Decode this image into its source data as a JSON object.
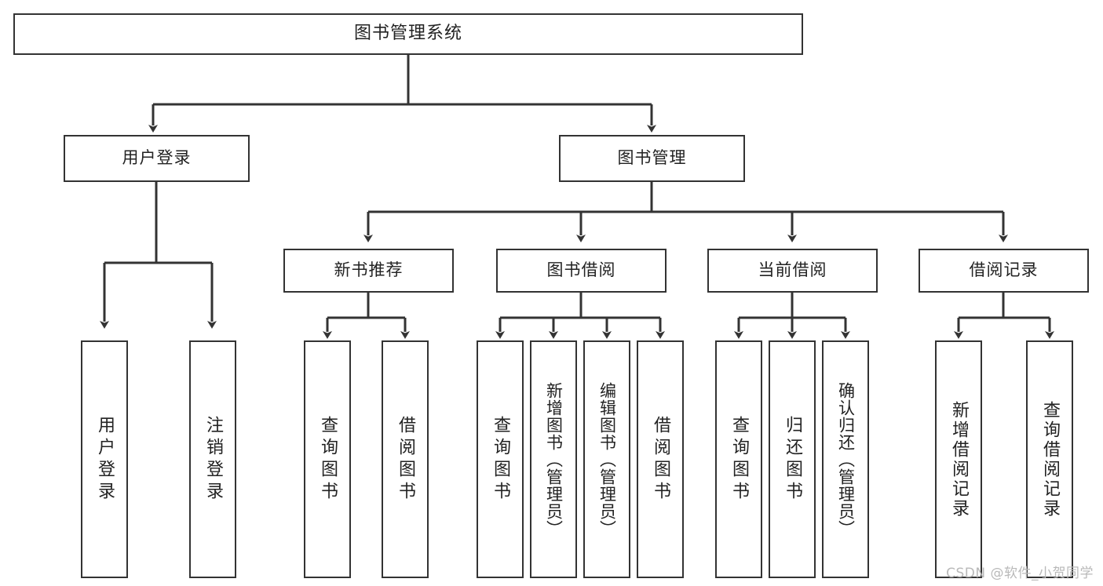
{
  "diagram": {
    "title": "图书管理系统",
    "type": "tree",
    "root": {
      "label": "图书管理系统"
    },
    "level1": [
      {
        "label": "用户登录"
      },
      {
        "label": "图书管理"
      }
    ],
    "level2": [
      {
        "label": "新书推荐"
      },
      {
        "label": "图书借阅"
      },
      {
        "label": "当前借阅"
      },
      {
        "label": "借阅记录"
      }
    ],
    "leaves": {
      "user_login": [
        {
          "label": "用户登录"
        },
        {
          "label": "注销登录"
        }
      ],
      "new_book_recommend": [
        {
          "label": "查询图书"
        },
        {
          "label": "借阅图书"
        }
      ],
      "book_borrow": [
        {
          "label": "查询图书"
        },
        {
          "label": "新增图书（管理员）"
        },
        {
          "label": "编辑图书（管理员）"
        },
        {
          "label": "借阅图书"
        }
      ],
      "current_borrow": [
        {
          "label": "查询图书"
        },
        {
          "label": "归还图书"
        },
        {
          "label": "确认归还（管理员）"
        }
      ],
      "borrow_record": [
        {
          "label": "新增借阅记录"
        },
        {
          "label": "查询借阅记录"
        }
      ]
    }
  },
  "watermark": {
    "text": "CSDN @软件_小贺同学"
  },
  "colors": {
    "background": "#ffffff",
    "box_border": "#333333",
    "box_fill": "#ffffff",
    "text": "#222222",
    "connector": "#333333",
    "watermark": "#b9b9b9"
  }
}
